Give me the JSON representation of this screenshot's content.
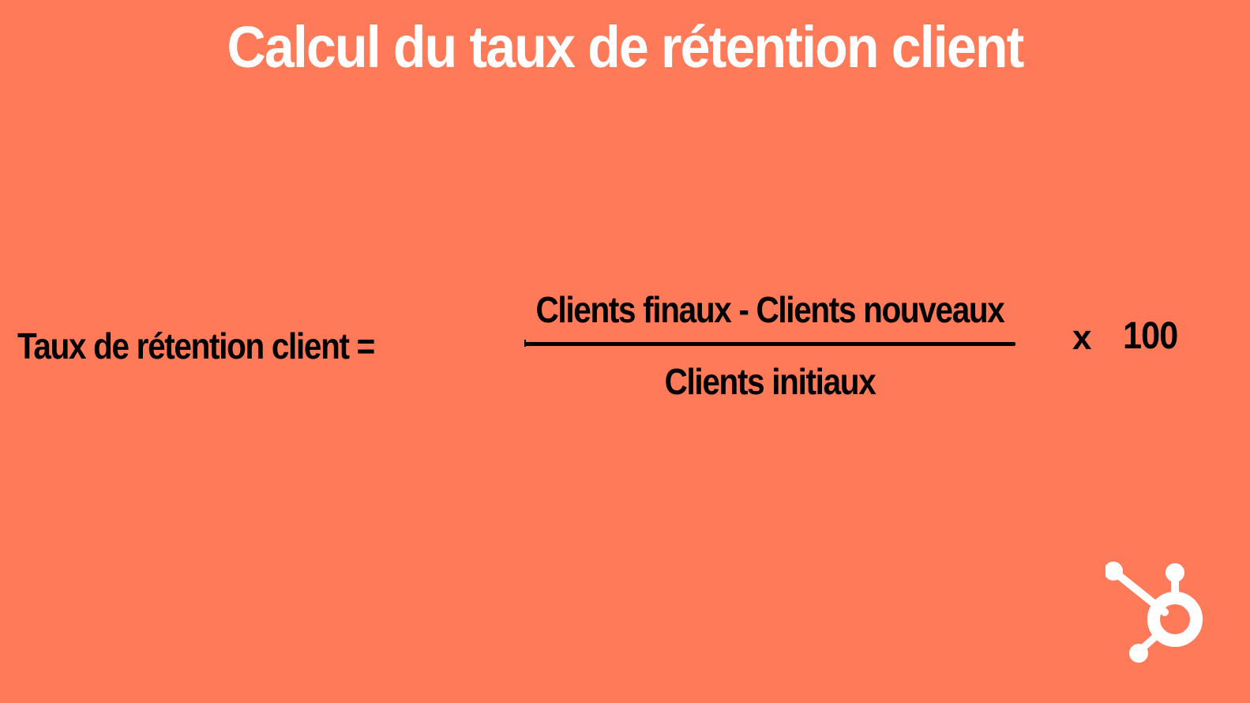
{
  "title": "Calcul du taux de rétention client",
  "formula": {
    "lhs": "Taux de rétention client =",
    "numerator": "Clients finaux - Clients nouveaux",
    "denominator": "Clients initiaux",
    "operator": "x",
    "multiplier": "100"
  },
  "logo": {
    "icon": "hubspot-sprocket-icon",
    "color": "#ffffff"
  },
  "colors": {
    "background": "#ff7a59",
    "title": "#ffffff",
    "formula": "#000000"
  }
}
